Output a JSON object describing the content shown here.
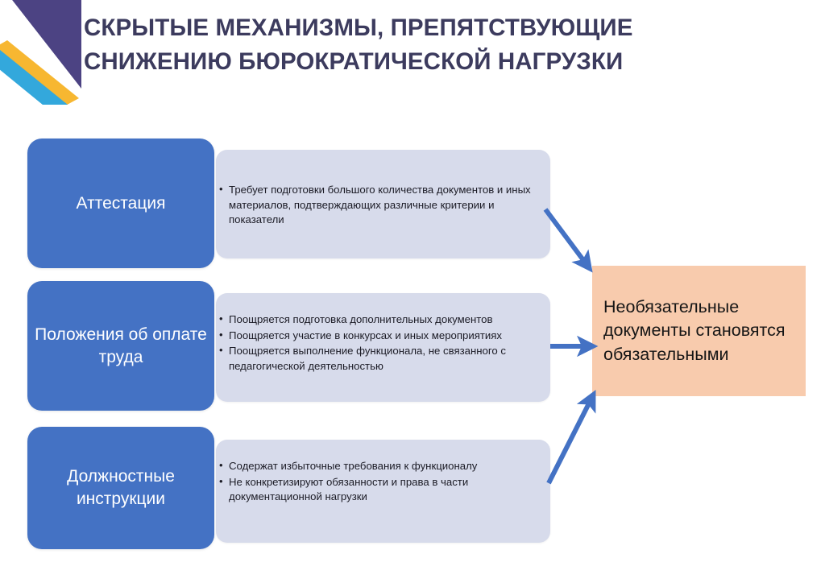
{
  "slide": {
    "title": "Скрытые механизмы, препятствующие снижению бюрократической нагрузки",
    "background_color": "#ffffff"
  },
  "logo": {
    "name": "corner-chevron-logo",
    "colors": {
      "purple": "#4c4383",
      "yellow": "#f7b731",
      "cyan": "#33a8dc"
    }
  },
  "colors": {
    "title_text": "#3c3b5e",
    "label_box": "#4472c4",
    "panel": "#d7dbeb",
    "outcome_box": "#f8cbad",
    "arrow": "#4472c4",
    "body_text": "#1b1b25"
  },
  "rows": [
    {
      "label": "Аттестация",
      "bullets": [
        "Требует подготовки большого количества документов и иных материалов, подтверждающих различные критерии и показатели"
      ]
    },
    {
      "label": "Положения об оплате труда",
      "bullets": [
        "Поощряется подготовка дополнительных документов",
        "Поощряется  участие в конкурсах и иных мероприятиях",
        "Поощряется выполнение функционала, не связанного с педагогической деятельностью"
      ]
    },
    {
      "label": "Должностные инструкции",
      "bullets": [
        "Содержат избыточные требования к функционалу",
        "Не конкретизируют обязанности и права в части документационной нагрузки"
      ]
    }
  ],
  "outcome": {
    "text": "Необязательные документы становятся обязательными"
  },
  "arrows": [
    {
      "name": "arrow-attestation-to-outcome",
      "direction": "down-right"
    },
    {
      "name": "arrow-payroll-to-outcome",
      "direction": "right"
    },
    {
      "name": "arrow-job-instructions-to-outcome",
      "direction": "up-right"
    }
  ]
}
